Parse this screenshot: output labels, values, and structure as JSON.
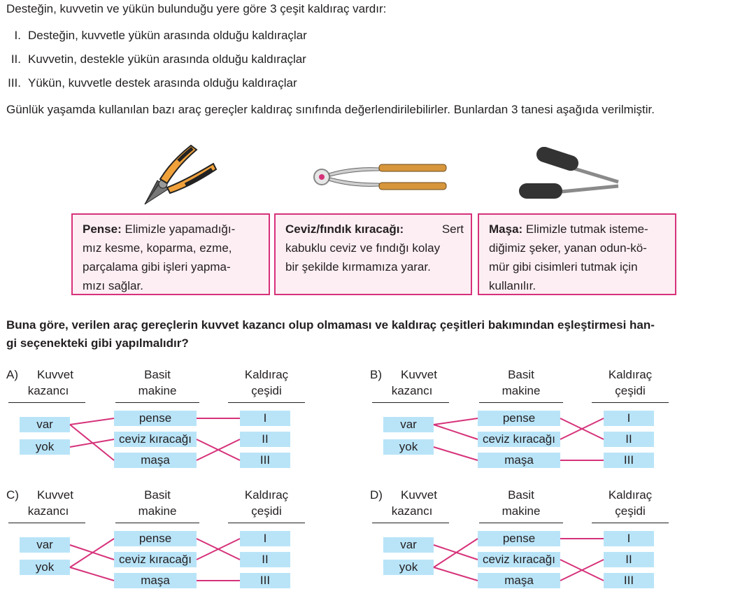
{
  "intro": "Desteğin, kuvvetin ve yükün bulunduğu yere göre 3 çeşit kaldıraç vardır:",
  "types": [
    {
      "num": "I.",
      "text": "Desteğin, kuvvetle yükün arasında olduğu kaldıraçlar"
    },
    {
      "num": "II.",
      "text": "Kuvvetin, destekle yükün arasında olduğu kaldıraçlar"
    },
    {
      "num": "III.",
      "text": "Yükün, kuvvetle destek arasında olduğu kaldıraçlar"
    }
  ],
  "daily": "Günlük yaşamda kullanılan bazı araç gereçler kaldıraç sınıfında değerlendirilebilirler. Bunlardan 3 tanesi aşağıda verilmiştir.",
  "cards": [
    {
      "title": "Pense:",
      "lines": [
        "Elimizle yapamadığı-",
        "mız kesme, koparma, ezme,",
        "parçalama gibi işleri yapma-",
        "mızı sağlar."
      ]
    },
    {
      "title": "Ceviz/fındık kıracağı:",
      "lines": [
        "Sert",
        "kabuklu ceviz ve fındığı kolay",
        "bir şekilde kırmamıza yarar."
      ]
    },
    {
      "title": "Maşa:",
      "lines": [
        "Elimizle tutmak isteme-",
        "diğimiz şeker, yanan odun-kö-",
        "mür gibi cisimleri tutmak için",
        "kullanılır."
      ]
    }
  ],
  "question": [
    "Buna göre, verilen araç gereçlerin kuvvet kazancı olup olmaması ve kaldıraç çeşitleri bakımından eşleştirmesi han-",
    "gi seçenekteki gibi yapılmalıdır?"
  ],
  "options": [
    {
      "letter": "A)",
      "h1": [
        "Kuvvet",
        "kazancı"
      ],
      "h2": [
        "Basit",
        "makine"
      ],
      "h3": [
        "Kaldıraç",
        "çeşidi"
      ],
      "left": [
        "var",
        "yok"
      ],
      "mid": [
        "pense",
        "ceviz kıracağı",
        "maşa"
      ],
      "right": [
        "I",
        "II",
        "III"
      ]
    },
    {
      "letter": "B)",
      "h1": [
        "Kuvvet",
        "kazancı"
      ],
      "h2": [
        "Basit",
        "makine"
      ],
      "h3": [
        "Kaldıraç",
        "çeşidi"
      ],
      "left": [
        "var",
        "yok"
      ],
      "mid": [
        "pense",
        "ceviz kıracağı",
        "maşa"
      ],
      "right": [
        "I",
        "II",
        "III"
      ]
    },
    {
      "letter": "C)",
      "h1": [
        "Kuvvet",
        "kazancı"
      ],
      "h2": [
        "Basit",
        "makine"
      ],
      "h3": [
        "Kaldıraç",
        "çeşidi"
      ],
      "left": [
        "var",
        "yok"
      ],
      "mid": [
        "pense",
        "ceviz kıracağı",
        "maşa"
      ],
      "right": [
        "I",
        "II",
        "III"
      ]
    },
    {
      "letter": "D)",
      "h1": [
        "Kuvvet",
        "kazancı"
      ],
      "h2": [
        "Basit",
        "makine"
      ],
      "h3": [
        "Kaldıraç",
        "çeşidi"
      ],
      "left": [
        "var",
        "yok"
      ],
      "mid": [
        "pense",
        "ceviz kıracağı",
        "maşa"
      ],
      "right": [
        "I",
        "II",
        "III"
      ]
    }
  ],
  "colors": {
    "accent": "#d6327a",
    "cell": "#b9e4f8",
    "card_bg": "#fdeef4",
    "text": "#231f20"
  },
  "icons": [
    "pliers-icon",
    "nutcracker-icon",
    "tongs-icon"
  ]
}
